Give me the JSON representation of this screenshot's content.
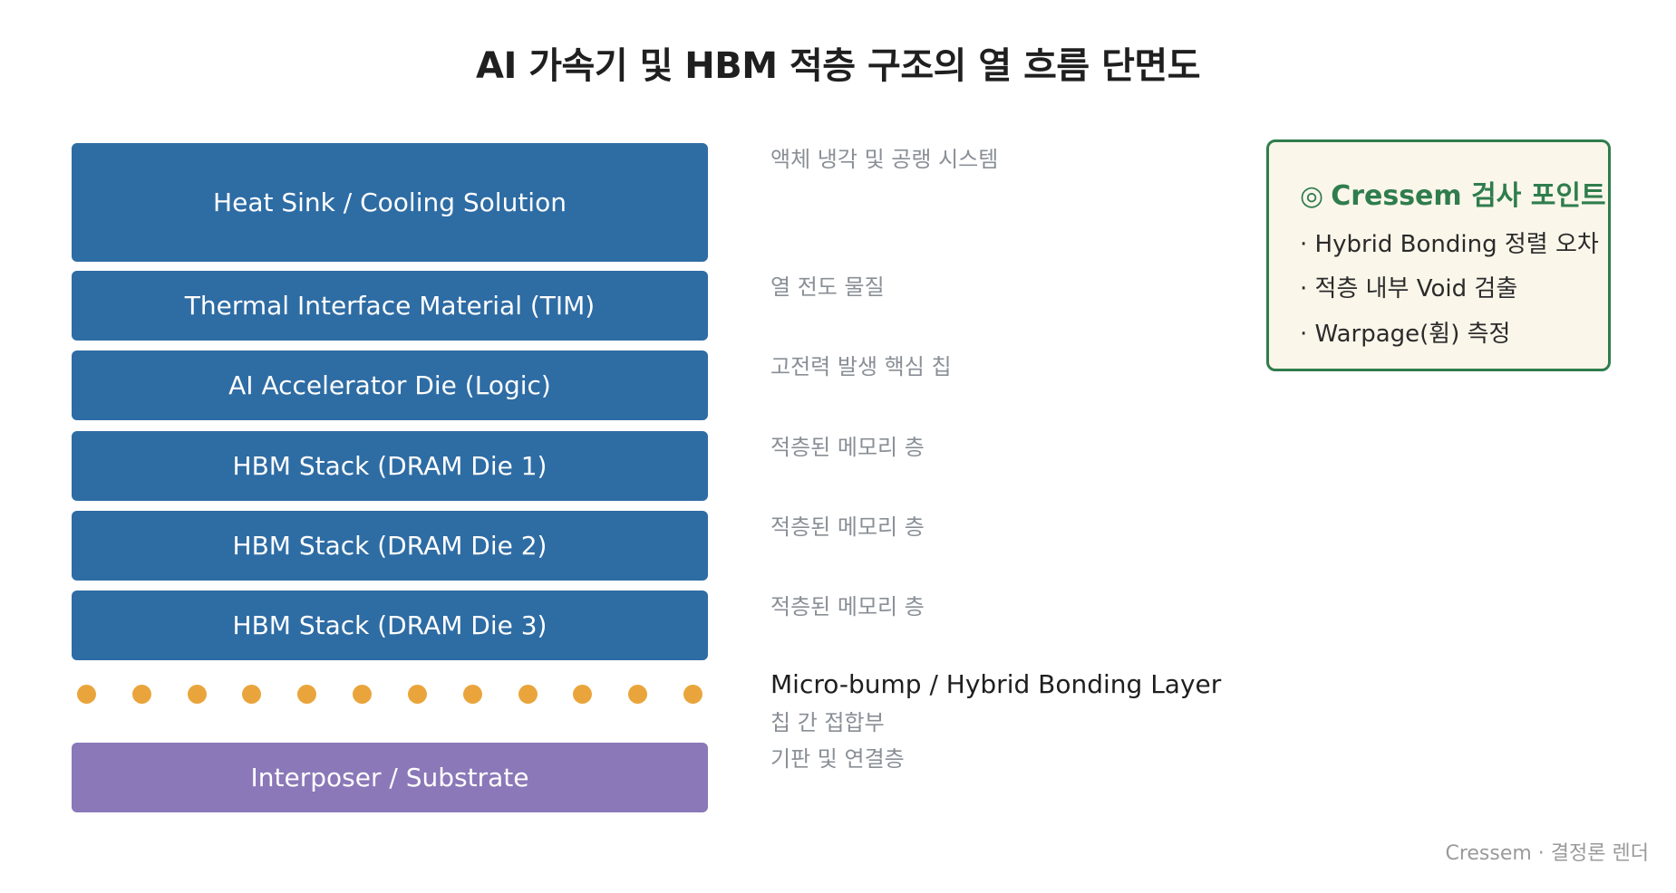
{
  "title": "AI 가속기 및 HBM 적층 구조의 열 흐름 단면도",
  "layers": [
    {
      "label": "Heat Sink / Cooling Solution",
      "desc": "액체 냉각 및 공랭 시스템",
      "color": "#2e6ca4"
    },
    {
      "label": "Thermal Interface Material (TIM)",
      "desc": "열 전도 물질",
      "color": "#2e6ca4"
    },
    {
      "label": "AI Accelerator Die (Logic)",
      "desc": "고전력 발생 핵심 칩",
      "color": "#2e6ca4"
    },
    {
      "label": "HBM Stack (DRAM Die 1)",
      "desc": "적층된 메모리 층",
      "color": "#2e6ca4"
    },
    {
      "label": "HBM Stack (DRAM Die 2)",
      "desc": "적층된 메모리 층",
      "color": "#2e6ca4"
    },
    {
      "label": "HBM Stack (DRAM Die 3)",
      "desc": "적층된 메모리 층",
      "color": "#2e6ca4"
    }
  ],
  "bonding": {
    "label": "Micro-bump / Hybrid Bonding Layer",
    "desc": "칩 간 접합부",
    "bump_count": 12,
    "bump_color": "#e9a53c"
  },
  "substrate": {
    "label": "Interposer / Substrate",
    "desc": "기판 및 연결층",
    "color": "#8b78b8"
  },
  "panel": {
    "symbol": "◎",
    "title": "Cressem 검사 포인트",
    "items": [
      "· Hybrid Bonding 정렬 오차",
      "· 적층 내부 Void 검출",
      "· Warpage(휨) 측정"
    ],
    "accent": "#2f7d4d"
  },
  "footer": "Cressem · 결정론 렌더"
}
